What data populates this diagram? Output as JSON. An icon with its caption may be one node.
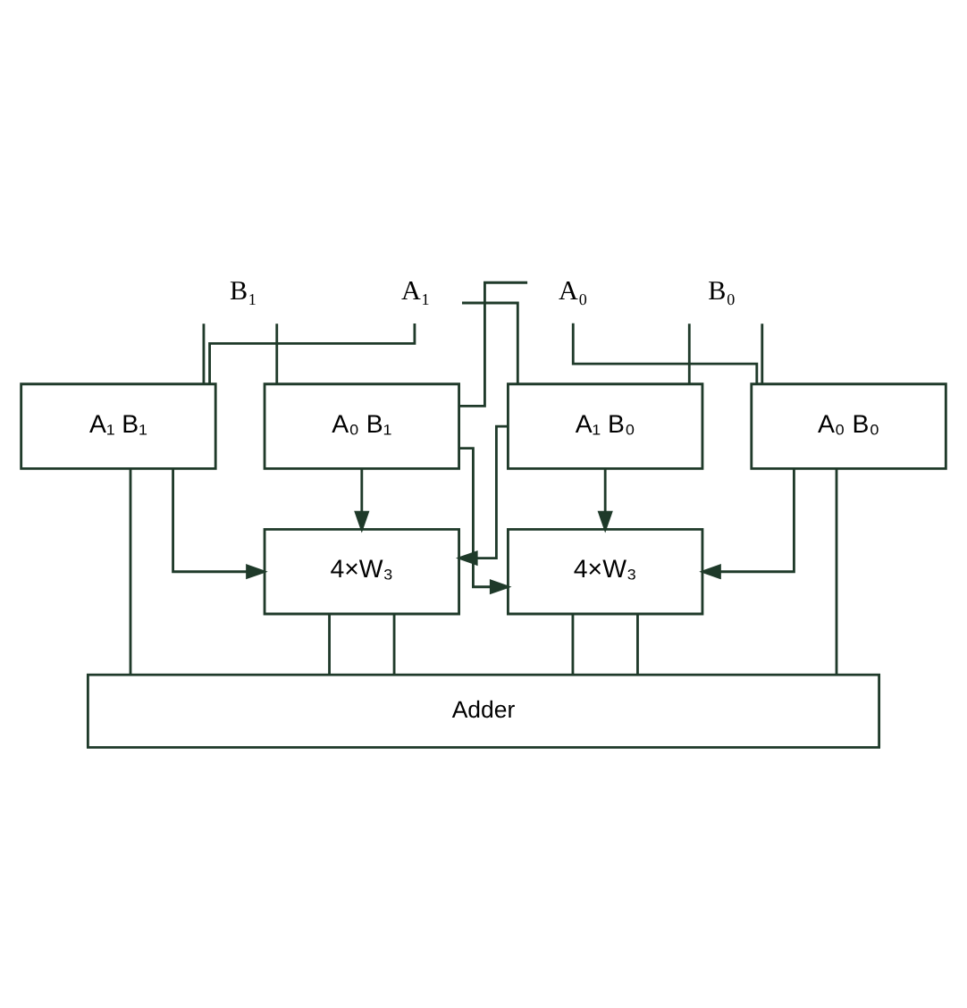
{
  "diagram": {
    "nodes": [
      {
        "text": [
          "A₁"
        ]
      },
      {
        "text": [
          "A₀"
        ]
      },
      {
        "text": [
          "B₁"
        ]
      },
      {
        "text": [
          "B₀"
        ]
      },
      {
        "text": [
          "A₀ B₁"
        ]
      },
      {
        "text": [
          "A₁ B₁"
        ]
      },
      {
        "text": [
          "A₀ B₀"
        ]
      },
      {
        "text": [
          "A₁ B₀"
        ]
      },
      {
        "text": [
          "4×W₃"
        ]
      },
      {
        "text": [
          "4×W₃"
        ]
      },
      {
        "text": [
          "Adder"
        ]
      }
    ],
    "edges": [
      {
        "from": 2,
        "to": 4,
        "arrow": "none"
      },
      {
        "from": 2,
        "to": 5,
        "arrow": "none"
      },
      {
        "from": 1,
        "to": 4,
        "arrow": "none"
      },
      {
        "from": 1,
        "to": 6,
        "arrow": "none"
      },
      {
        "from": 0,
        "to": 5,
        "arrow": "none"
      },
      {
        "from": 0,
        "to": 7,
        "arrow": "none"
      },
      {
        "from": 3,
        "to": 6,
        "arrow": "none"
      },
      {
        "from": 3,
        "to": 7,
        "arrow": "none"
      },
      {
        "from": 5,
        "to": 10,
        "arrow": "none"
      },
      {
        "from": 5,
        "to": 8,
        "arrow": "to"
      },
      {
        "from": 4,
        "to": 8,
        "arrow": "to"
      },
      {
        "from": 7,
        "to": 8,
        "arrow": "to"
      },
      {
        "from": 7,
        "to": 9,
        "arrow": "to"
      },
      {
        "from": 4,
        "to": 9,
        "arrow": "to"
      },
      {
        "from": 6,
        "to": 9,
        "arrow": "to"
      },
      {
        "from": 6,
        "to": 10,
        "arrow": "none"
      },
      {
        "from": 8,
        "to": 10,
        "arrow": "none"
      },
      {
        "from": 8,
        "to": 10,
        "arrow": "none"
      },
      {
        "from": 9,
        "to": 10,
        "arrow": "none"
      },
      {
        "from": 9,
        "to": 10,
        "arrow": "none"
      }
    ]
  }
}
